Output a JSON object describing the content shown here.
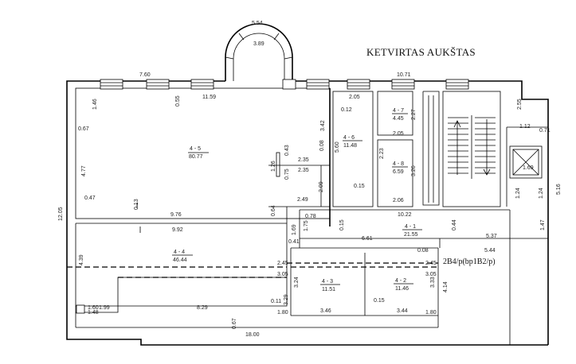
{
  "title": "KETVIRTAS AUKŠTAS",
  "plan_code": "2B4/p(bp1B2/p)",
  "rooms": [
    {
      "id": "4 - 5",
      "area": "80.77"
    },
    {
      "id": "4 - 6",
      "area": "11.48"
    },
    {
      "id": "4 - 7",
      "area": "4.45"
    },
    {
      "id": "4 - 8",
      "area": "6.59"
    },
    {
      "id": "4 - 1",
      "area": "21.55"
    },
    {
      "id": "4 - 4",
      "area": "46.44"
    },
    {
      "id": "4 - 3",
      "area": "11.51"
    },
    {
      "id": "4 - 2",
      "area": "11.46"
    }
  ],
  "dimensions": {
    "d554": "5.54",
    "d389": "3.89",
    "d760": "7.60",
    "d1071": "10.71",
    "d1159": "11.59",
    "d055": "0.55",
    "d146": "1.46",
    "d067": "0.67",
    "d477": "4.77",
    "d047": "0.47",
    "d013": "0.13",
    "d976": "9.76",
    "d064": "0.64",
    "d992": "9.92",
    "d1205": "12.05",
    "d342": "3.42",
    "d008a": "0.08",
    "d043": "0.43",
    "d075": "0.75",
    "d126": "1.26",
    "d235a": "2.35",
    "d235b": "2.35",
    "d209": "2.09",
    "d249": "2.49",
    "d205a": "2.05",
    "d012": "0.12",
    "d560": "5.60",
    "d015a": "0.15",
    "d227": "2.27",
    "d205b": "2.05",
    "d223": "2.23",
    "d326": "3.26",
    "d206": "2.06",
    "d1022": "10.22",
    "d255": "2.55",
    "d112": "1.12",
    "d071": "0.71",
    "d169a": "1.69",
    "d124a": "1.24",
    "d124b": "1.24",
    "d516": "5.16",
    "d078": "0.78",
    "d169b": "1.69",
    "d175": "1.75",
    "d015b": "0.15",
    "d044": "0.44",
    "d537": "5.37",
    "d147": "1.47",
    "d544": "5.44",
    "d041": "0.41",
    "d661": "6.61",
    "d008b": "0.08",
    "d439": "4.39",
    "d245a": "2.45",
    "d245b": "2.45",
    "d305a": "3.05",
    "d305b": "3.05",
    "d329": "3.29",
    "d324": "3.24",
    "d333": "3.33",
    "d414": "4.14",
    "d011": "0.11",
    "d015c": "0.15",
    "d160": "1.60",
    "d148": "1.48",
    "d199": "1.99",
    "d829": "8.29",
    "d180a": "1.80",
    "d346a": "3.46",
    "d344": "3.44",
    "d180b": "1.80",
    "d067b": "0.67",
    "d1800": "18.00"
  }
}
